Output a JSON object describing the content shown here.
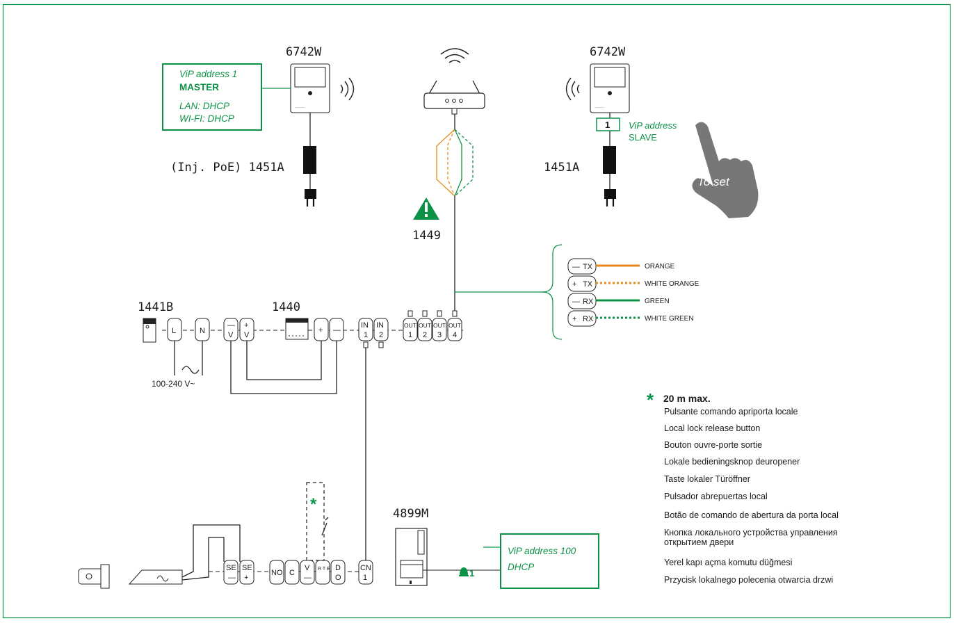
{
  "devices": {
    "monitor_left": "6742W",
    "monitor_right": "6742W",
    "poe_injector_left": "(Inj. PoE) 1451A",
    "poe_injector_right": "1451A",
    "router_warning": "1449",
    "power_supply": "1441B",
    "switch": "1440",
    "door_panel": "4899M"
  },
  "master_box": {
    "line1": "ViP address 1",
    "line2": "MASTER",
    "line3": "LAN: DHCP",
    "line4": "WI-FI: DHCP"
  },
  "slave": {
    "switch_value": "1",
    "line1": "ViP address",
    "line2": "SLAVE",
    "hand_label": "To set"
  },
  "door_box": {
    "line1": "ViP address 100",
    "line2": "DHCP",
    "bell_value": "1"
  },
  "mains_label": "100-240 V~",
  "cable_pinout": [
    {
      "pin_a": "TX",
      "pin_b": "—",
      "color_name": "ORANGE",
      "stroke": "#e8891c"
    },
    {
      "pin_a": "TX",
      "pin_b": "+",
      "color_name": "WHITE ORANGE",
      "stroke": "#e8891c"
    },
    {
      "pin_a": "RX",
      "pin_b": "—",
      "color_name": "GREEN",
      "stroke": "#0c9247"
    },
    {
      "pin_a": "RX",
      "pin_b": "+",
      "color_name": "WHITE GREEN",
      "stroke": "#0c9247"
    }
  ],
  "terminals": {
    "power": [
      "L",
      "N"
    ],
    "psu_out": [
      {
        "top": "—",
        "bottom": "V"
      },
      {
        "top": "+",
        "bottom": "V"
      }
    ],
    "switch_in": [
      "+",
      "—"
    ],
    "inputs": [
      {
        "top": "IN",
        "bottom": "1"
      },
      {
        "top": "IN",
        "bottom": "2"
      }
    ],
    "outputs": [
      {
        "top": "OUT",
        "bottom": "1"
      },
      {
        "top": "OUT",
        "bottom": "2"
      },
      {
        "top": "OUT",
        "bottom": "3"
      },
      {
        "top": "OUT",
        "bottom": "4"
      }
    ],
    "panel": [
      {
        "top": "SE",
        "bottom": "—"
      },
      {
        "top": "SE",
        "bottom": "+"
      },
      {
        "top": "NO",
        "bottom": ""
      },
      {
        "top": "C",
        "bottom": ""
      },
      {
        "top": "V",
        "bottom": "—"
      },
      {
        "top": "R T E",
        "bottom": ""
      },
      {
        "top": "D",
        "bottom": "O"
      },
      {
        "top": "CN",
        "bottom": "1"
      }
    ]
  },
  "legend": {
    "star": "*",
    "title": "20 m max.",
    "items": [
      "Pulsante comando apriporta locale",
      "Local lock release button",
      "Bouton ouvre-porte sortie",
      "Lokale bedieningsknop deuropener",
      "Taste lokaler Türöffner",
      "Pulsador abrepuertas local",
      "Botão de comando de abertura da porta local",
      "Кнопка локального устройства управления",
      "открытием двери",
      "Yerel kapı açma komutu düğmesi",
      "Przycisk lokalnego polecenia otwarcia drzwi"
    ]
  },
  "colors": {
    "accent_green": "#0c9247",
    "orange": "#e8891c",
    "frame": "#0c9247",
    "hand_gray": "#77777a"
  }
}
